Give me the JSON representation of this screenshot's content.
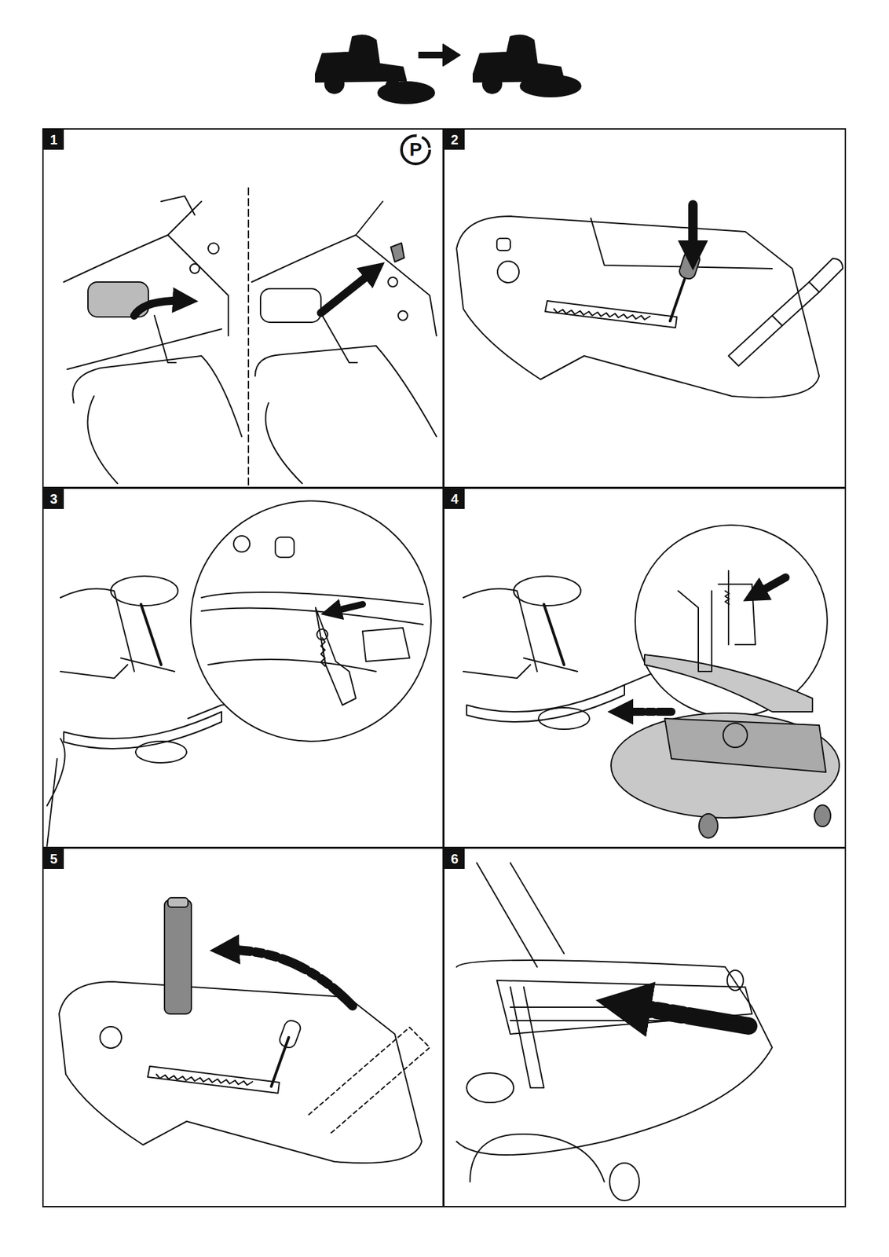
{
  "diagram": {
    "nodes": [
      {
        "text": [
          "1"
        ]
      },
      {
        "text": [
          "P"
        ],
        "in": 0
      },
      {
        "text": [
          "2"
        ]
      },
      {
        "text": [
          "3"
        ]
      },
      {
        "text": [
          "4"
        ]
      },
      {
        "text": [
          "5"
        ]
      },
      {
        "text": [
          "6"
        ]
      }
    ]
  }
}
